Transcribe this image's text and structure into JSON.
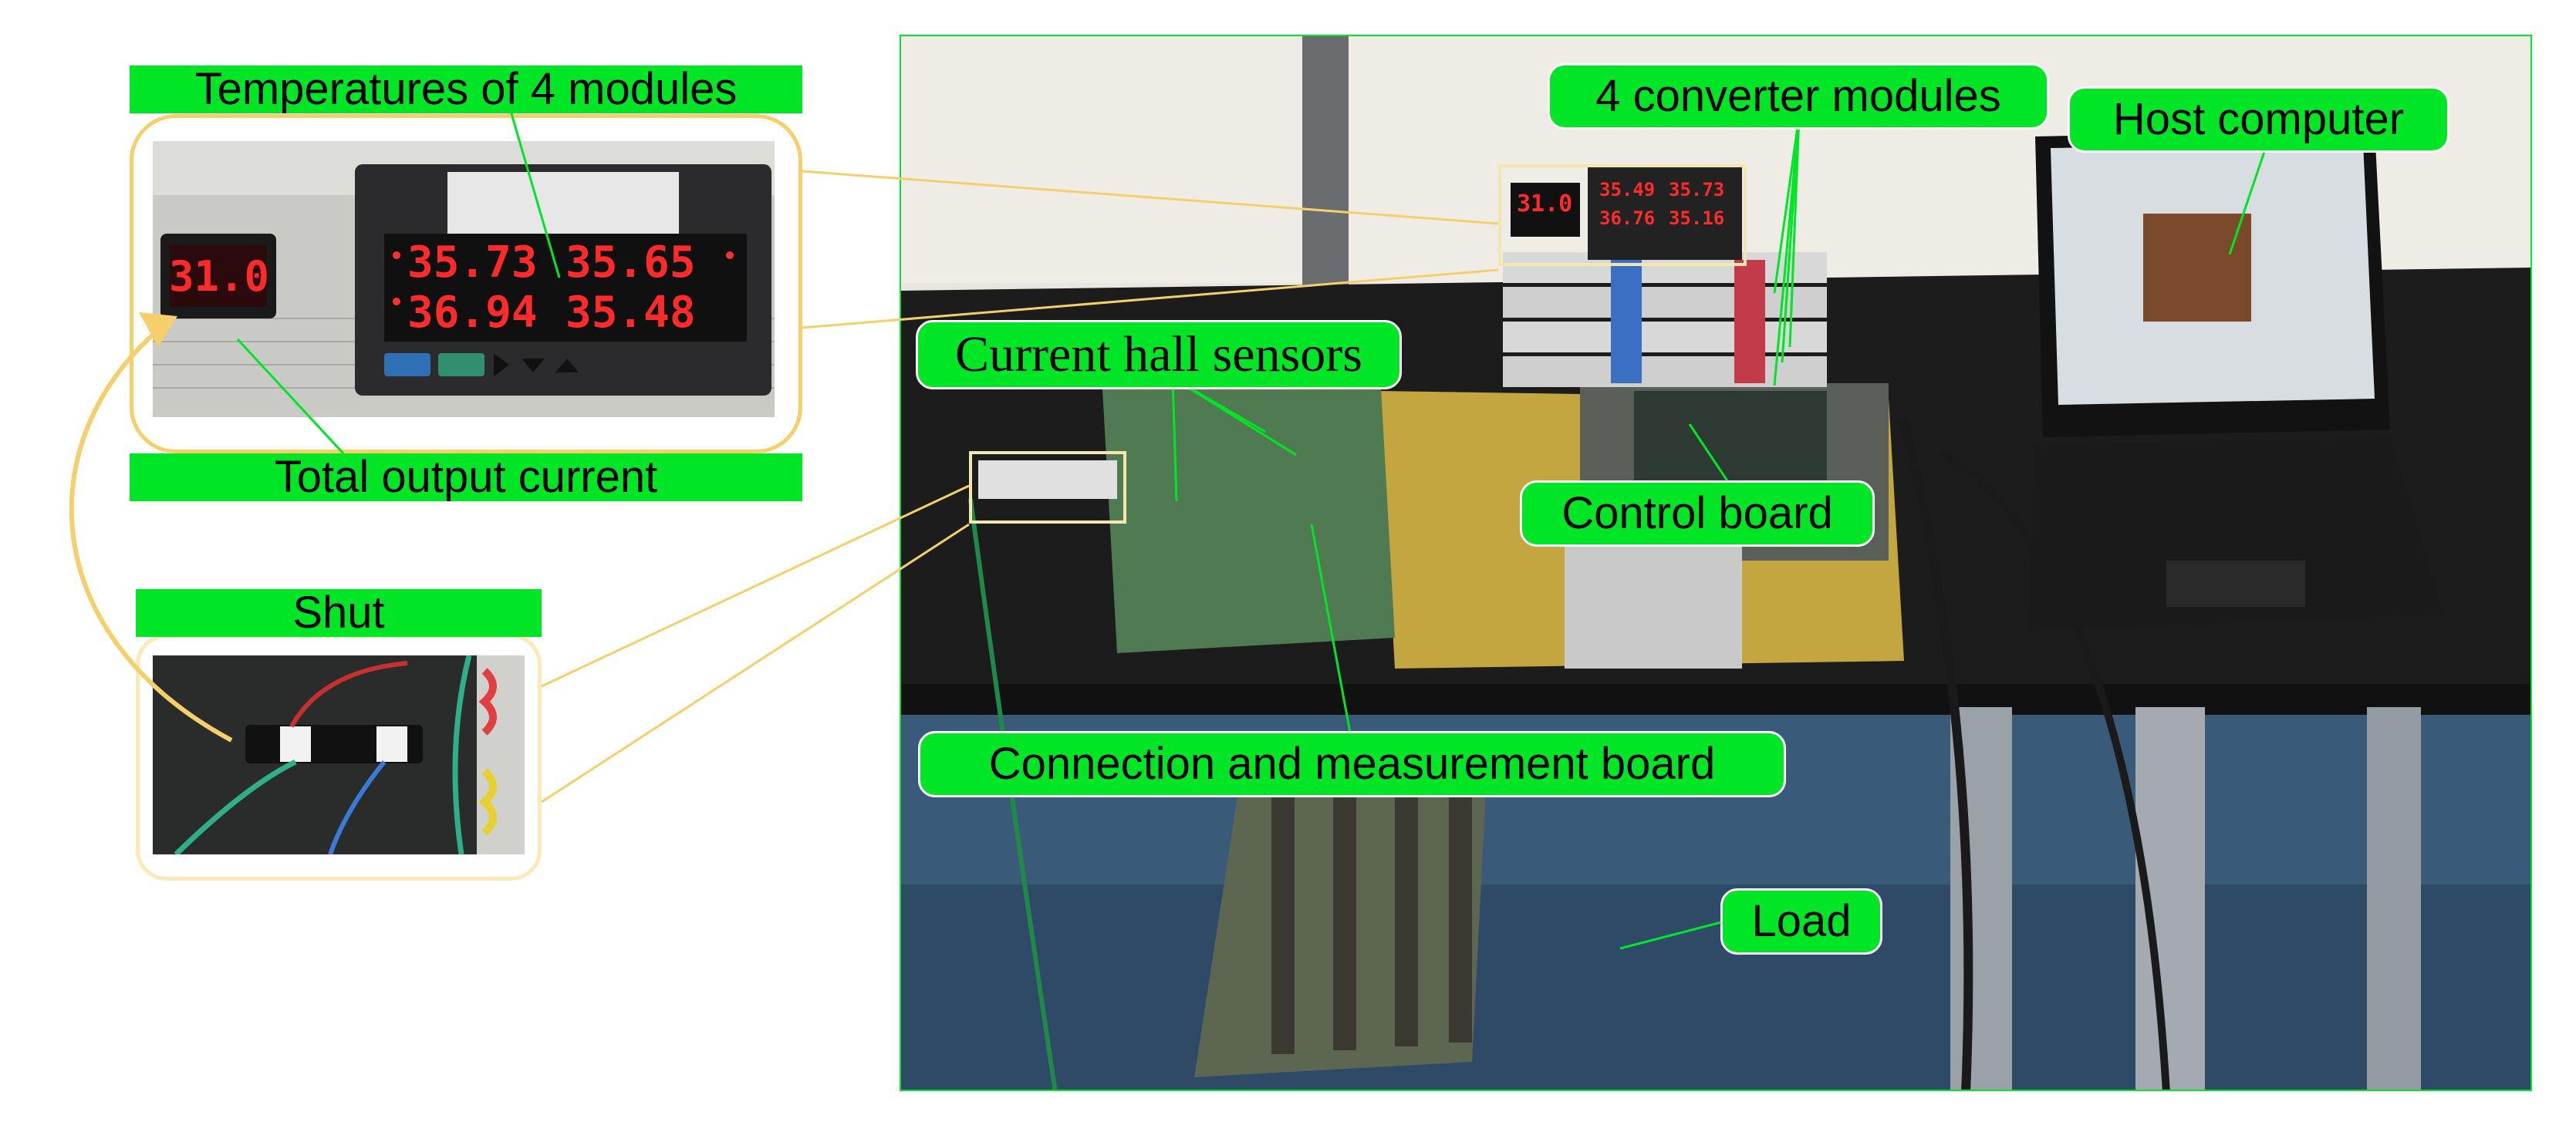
{
  "labels": {
    "temperatures": "Temperatures of 4 modules",
    "total_current": "Total output current",
    "shut": "Shut",
    "converter_modules": "4 converter modules",
    "host_computer": "Host computer",
    "hall_sensors": "Current hall sensors",
    "control_board": "Control board",
    "connection_board": "Connection and measurement board",
    "load": "Load"
  },
  "displays": {
    "total_current_value": "31.0",
    "temp_1": "35.73",
    "temp_2": "35.65",
    "temp_3": "36.94",
    "temp_4": "35.48",
    "small_temp_1": "35.49",
    "small_temp_2": "35.73",
    "small_temp_3": "36.76",
    "small_temp_4": "35.16",
    "small_current": "31.0"
  },
  "colors": {
    "label_fill": "#00e626",
    "callout_border": "#f5cf6a",
    "display_red": "#ff2a2a"
  }
}
